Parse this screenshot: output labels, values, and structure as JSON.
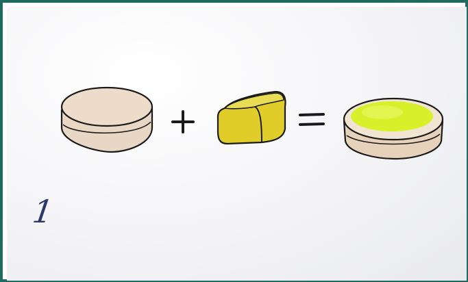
{
  "diagram": {
    "elements": [
      {
        "name": "empty-pastry-cup",
        "fill": "#e8d7c4",
        "rim": "#ecdcc9"
      },
      {
        "name": "plus-sign"
      },
      {
        "name": "butter-cube",
        "fill": "#e0cd2a",
        "top": "#e8dc55"
      },
      {
        "name": "equals-sign"
      },
      {
        "name": "filled-pastry-cup",
        "fill": "#e6d2bb",
        "filling": "#d8f02a"
      }
    ],
    "step_label": "1"
  },
  "colors": {
    "frame": "#1f6b60",
    "ink": "#1a1a1a",
    "number_ink": "#2b3a6b"
  }
}
